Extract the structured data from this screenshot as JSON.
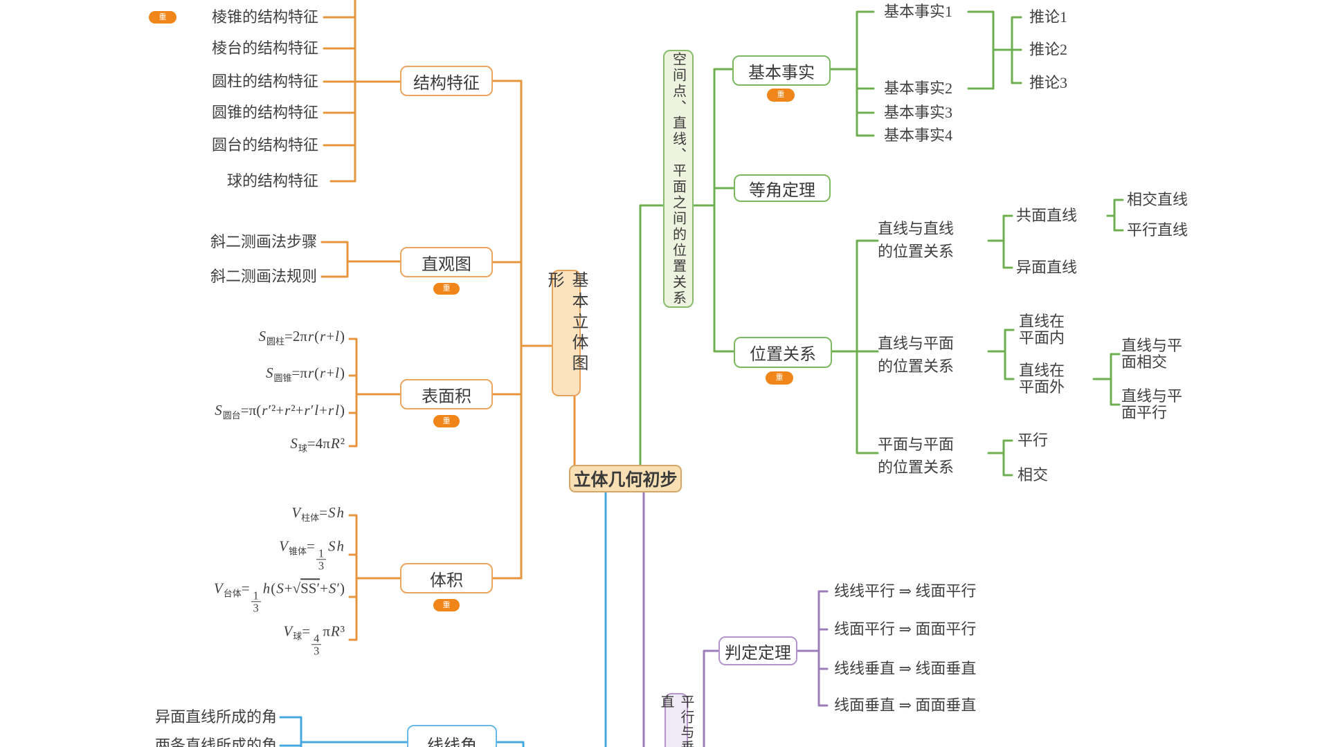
{
  "badge_glyph": "重",
  "colors": {
    "orange": "#E6953C",
    "green": "#6DAF4F",
    "blue": "#45A8DE",
    "purple": "#9C7BB9",
    "center_fill": "#F8E0B4",
    "badge_fill": "#F08519"
  },
  "center": {
    "label": "立体几何初步"
  },
  "solids": {
    "trunk_label": "基本立体图形",
    "structure": {
      "label": "结构特征",
      "items": [
        "棱锥的结构特征",
        "棱台的结构特征",
        "圆柱的结构特征",
        "圆锥的结构特征",
        "圆台的结构特征",
        "球的结构特征"
      ]
    },
    "intuitive": {
      "label": "直观图",
      "items": [
        "斜二测画法步骤",
        "斜二测画法规则"
      ]
    },
    "surface": {
      "label": "表面积",
      "formulas": [
        "S_{圆柱}=2πr(r+l)",
        "S_{圆锥}=πr(r+l)",
        "S_{圆台}=π(r′²+r²+r′l+rl)",
        "S_{球}=4πR²"
      ]
    },
    "volume": {
      "label": "体积",
      "formulas": [
        "V_{柱体}=Sh",
        "V_{锥体}={1/3}Sh",
        "V_{台体}={1/3}h(S+√{SS′}+S′)",
        "V_{球}={4/3}πR³"
      ]
    }
  },
  "space": {
    "trunk_label": "空间点、直线、平面之间的位置关系",
    "facts": {
      "label": "基本事实",
      "items": [
        "基本事实1",
        "基本事实2",
        "基本事实3",
        "基本事实4"
      ],
      "corollaries": [
        "推论1",
        "推论2",
        "推论3"
      ]
    },
    "equal_angle": {
      "label": "等角定理"
    },
    "relations": {
      "label": "位置关系",
      "line_line": {
        "label": "直线与直线的位置关系",
        "coplanar": "共面直线",
        "skew": "异面直线",
        "intersect": "相交直线",
        "parallel": "平行直线"
      },
      "line_plane": {
        "label": "直线与平面的位置关系",
        "inside": "直线在平面内",
        "outside": "直线在平面外",
        "out_intersect": "直线与平面相交",
        "out_parallel": "直线与平面平行"
      },
      "plane_plane": {
        "label": "平面与平面的位置关系",
        "parallel": "平行",
        "intersect": "相交"
      }
    }
  },
  "pv": {
    "trunk_label": "平行与垂直",
    "judgment": {
      "label": "判定定理",
      "items": [
        "线线平行 ⇒ 线面平行",
        "线面平行 ⇒ 面面平行",
        "线线垂直 ⇒ 线面垂直",
        "线面垂直 ⇒ 面面垂直"
      ]
    }
  },
  "angles": {
    "node_label": "线线角",
    "items": [
      "异面直线所成的角",
      "两条直线所成的角"
    ]
  }
}
